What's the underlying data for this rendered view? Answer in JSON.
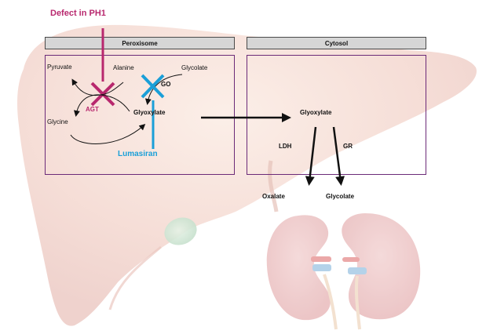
{
  "title": "Defect in PH1",
  "colors": {
    "defect": "#b8286e",
    "lumasiran": "#1a9fd8",
    "compartment_border": "#6b2a78",
    "header_fill": "#d6d6d6",
    "liver": "#f3d6cf",
    "kidney": "#efc6c6",
    "gallbladder": "#cfe5d3"
  },
  "compartments": {
    "peroxisome": {
      "label": "Peroxisome",
      "metabolites": {
        "pyruvate": "Pyruvate",
        "alanine": "Alanine",
        "glycolate": "Glycolate",
        "glycine": "Glycine",
        "glyoxylate": "Glyoxylate"
      },
      "enzymes": {
        "agt": "AGT",
        "go": "GO"
      },
      "inhibitor": "Lumasiran"
    },
    "cytosol": {
      "label": "Cytosol",
      "metabolites": {
        "glyoxylate": "Glyoxylate"
      },
      "enzymes": {
        "ldh": "LDH",
        "gr": "GR"
      }
    }
  },
  "products": {
    "oxalate": "Oxalate",
    "glycolate": "Glycolate"
  },
  "organs": [
    "liver",
    "gallbladder",
    "kidneys"
  ]
}
